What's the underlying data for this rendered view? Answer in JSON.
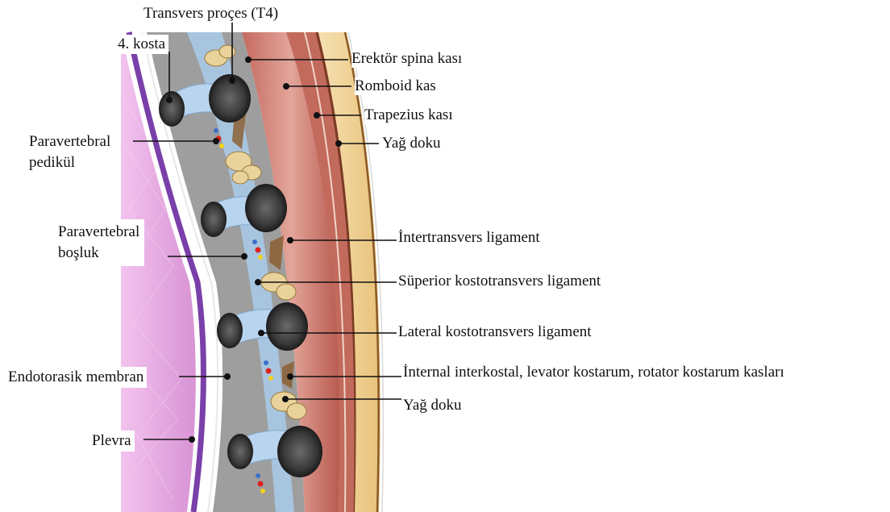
{
  "labels": {
    "transverse_process": "Transvers proçes (T4)",
    "rib": "4. kosta",
    "paravertebral_pedicle": [
      "Paravertebral",
      "pedikül"
    ],
    "paravertebral_space": [
      "Paravertebral",
      "boşluk"
    ],
    "endothoracic_membrane": "Endotorasik membran",
    "pleura": "Plevra",
    "erector_spinae": "Erektör spina kası",
    "rhomboid": "Romboid kas",
    "trapezius": "Trapezius kası",
    "fat_upper": "Yağ doku",
    "intertransverse": "İntertransvers ligament",
    "superior_costotransverse": "Süperior kostotransvers ligament",
    "lateral_costotransverse": "Lateral kostotransvers ligament",
    "internal_intercostal": "İnternal interkostal, levator kostarum, rotator kostarum kasları",
    "fat_lower": "Yağ doku"
  },
  "colors": {
    "pleura_purple": "#7a3fa8",
    "lung_pink": "#e7a7e0",
    "space_gray": "#9a9a9a",
    "ligament_blue": "#a9c9e6",
    "bone_dark": "#3a3a3a",
    "muscle_red": "#c96e62",
    "fat_yellow": "#f1d59a",
    "fascia_brown": "#8a5a2a"
  }
}
